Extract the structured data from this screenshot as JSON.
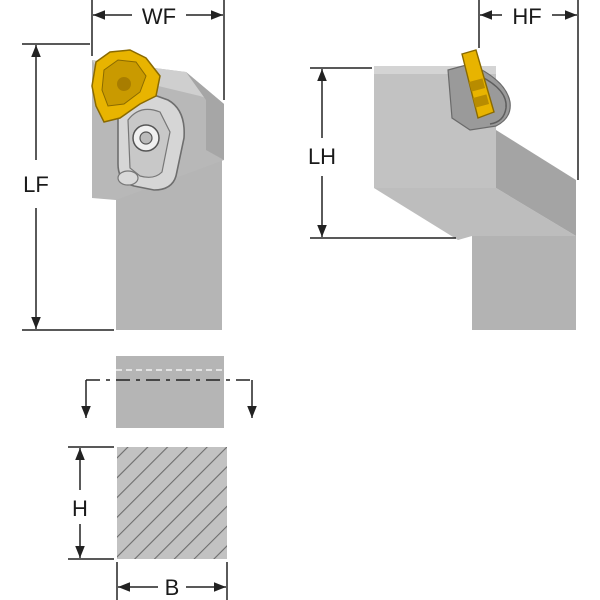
{
  "labels": {
    "wf": "WF",
    "hf": "HF",
    "lf": "LF",
    "lh": "LH",
    "h": "H",
    "b": "B"
  },
  "colors": {
    "body": "#b5b5b5",
    "body_light": "#c4c4c4",
    "body_dark": "#8e8e8e",
    "insert": "#e8b400",
    "insert_dark": "#a87d00",
    "dimension_line": "#222222",
    "hatch": "#6d6d6d"
  }
}
